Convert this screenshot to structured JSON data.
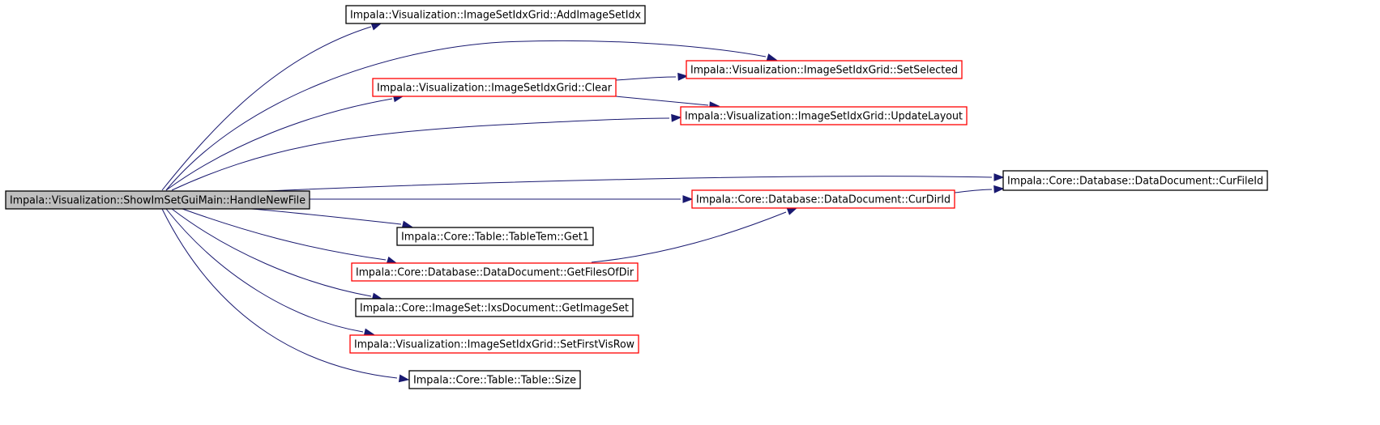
{
  "graph": {
    "colors": {
      "root_fill": "#bfbfbf",
      "box_fill": "#ffffff",
      "normal_border": "#000000",
      "linked_border": "#ff0000",
      "edge": "#191970"
    },
    "nodes": [
      {
        "id": "handlenewfile",
        "label": "Impala::Visualization::ShowImSetGuiMain::HandleNewFile",
        "kind": "root"
      },
      {
        "id": "addimagesetidx",
        "label": "Impala::Visualization::ImageSetIdxGrid::AddImageSetIdx",
        "kind": "normal"
      },
      {
        "id": "setselected",
        "label": "Impala::Visualization::ImageSetIdxGrid::SetSelected",
        "kind": "linked"
      },
      {
        "id": "clear",
        "label": "Impala::Visualization::ImageSetIdxGrid::Clear",
        "kind": "linked"
      },
      {
        "id": "updatelayout",
        "label": "Impala::Visualization::ImageSetIdxGrid::UpdateLayout",
        "kind": "linked"
      },
      {
        "id": "curfileid",
        "label": "Impala::Core::Database::DataDocument::CurFileId",
        "kind": "normal"
      },
      {
        "id": "curdirid",
        "label": "Impala::Core::Database::DataDocument::CurDirId",
        "kind": "linked"
      },
      {
        "id": "get1",
        "label": "Impala::Core::Table::TableTem::Get1",
        "kind": "normal"
      },
      {
        "id": "getfilesofdir",
        "label": "Impala::Core::Database::DataDocument::GetFilesOfDir",
        "kind": "linked"
      },
      {
        "id": "getimageset",
        "label": "Impala::Core::ImageSet::IxsDocument::GetImageSet",
        "kind": "normal"
      },
      {
        "id": "setfirstvisrow",
        "label": "Impala::Visualization::ImageSetIdxGrid::SetFirstVisRow",
        "kind": "linked"
      },
      {
        "id": "size",
        "label": "Impala::Core::Table::Table::Size",
        "kind": "normal"
      }
    ],
    "edges": [
      {
        "from": "handlenewfile",
        "to": "addimagesetidx"
      },
      {
        "from": "handlenewfile",
        "to": "setselected"
      },
      {
        "from": "handlenewfile",
        "to": "clear"
      },
      {
        "from": "handlenewfile",
        "to": "updatelayout"
      },
      {
        "from": "handlenewfile",
        "to": "curfileid"
      },
      {
        "from": "handlenewfile",
        "to": "curdirid"
      },
      {
        "from": "handlenewfile",
        "to": "get1"
      },
      {
        "from": "handlenewfile",
        "to": "getfilesofdir"
      },
      {
        "from": "handlenewfile",
        "to": "getimageset"
      },
      {
        "from": "handlenewfile",
        "to": "setfirstvisrow"
      },
      {
        "from": "handlenewfile",
        "to": "size"
      },
      {
        "from": "clear",
        "to": "setselected"
      },
      {
        "from": "clear",
        "to": "updatelayout"
      },
      {
        "from": "curdirid",
        "to": "curfileid"
      },
      {
        "from": "getfilesofdir",
        "to": "curdirid"
      }
    ]
  }
}
